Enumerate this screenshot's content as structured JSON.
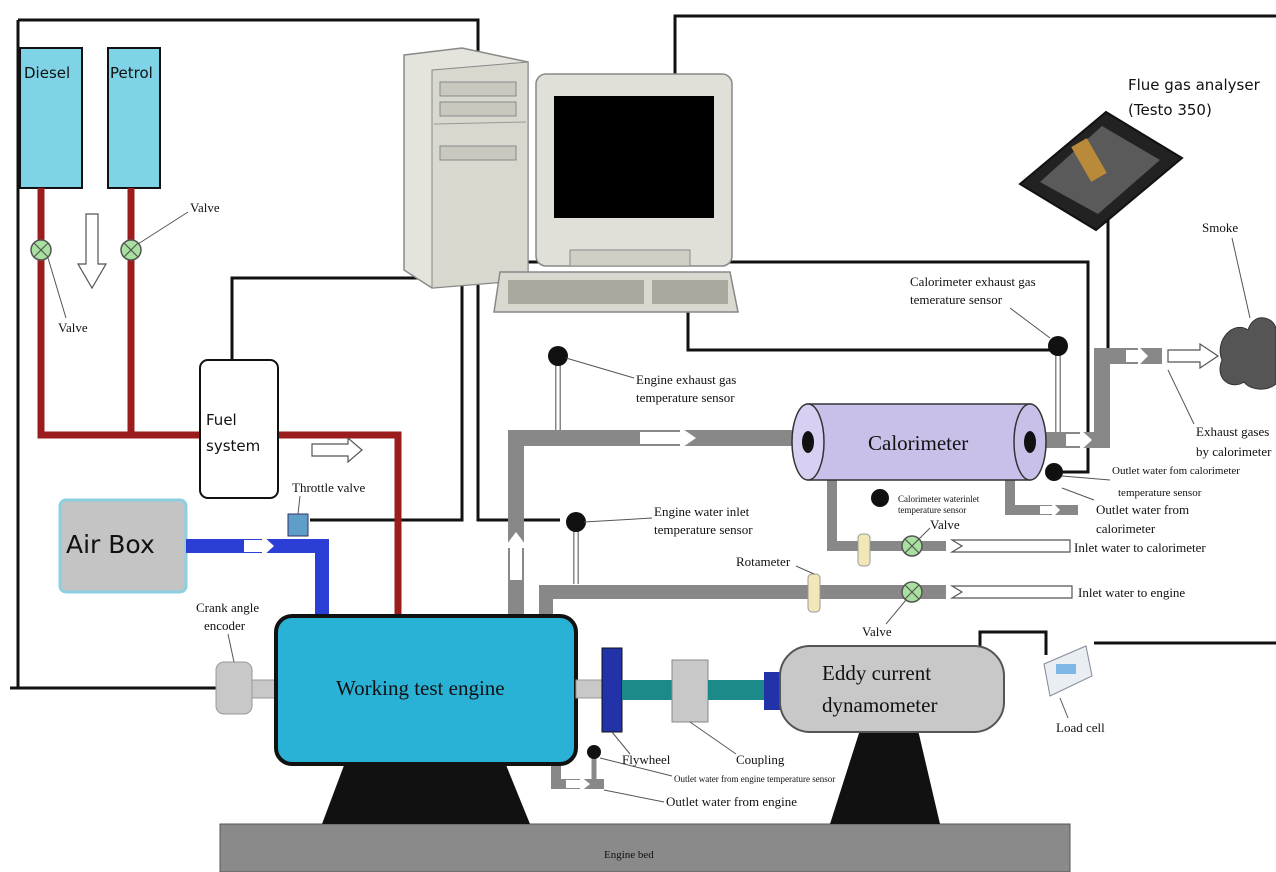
{
  "tanks": {
    "diesel": "Diesel",
    "petrol": "Petrol"
  },
  "fuel_valve_label_top": "Valve",
  "fuel_valve_label_bottom": "Valve",
  "fuel_system": {
    "line1": "Fuel",
    "line2": "system"
  },
  "air_box": "Air Box",
  "throttle_valve": "Throttle valve",
  "crank_encoder": {
    "line1": "Crank angle",
    "line2": "encoder"
  },
  "engine": "Working test engine",
  "flywheel": "Flywheel",
  "coupling": "Coupling",
  "dynamometer": {
    "line1": "Eddy current",
    "line2": "dynamometer"
  },
  "load_cell": "Load cell",
  "engine_bed": "Engine bed",
  "outlet_water_engine_sensor": "Outlet water from engine temperature sensor",
  "outlet_water_engine": "Outlet water from engine",
  "engine_exhaust_sensor": {
    "line1": "Engine exhaust gas",
    "line2": "temperature sensor"
  },
  "engine_water_inlet_sensor": {
    "line1": "Engine water inlet",
    "line2": "temperature sensor"
  },
  "calorimeter": "Calorimeter",
  "calorimeter_exhaust_sensor": {
    "line1": "Calorimeter exhaust gas",
    "line2": "temerature sensor"
  },
  "calorimeter_water_inlet_sensor": {
    "line1": "Calorimeter waterinlet",
    "line2": "temperature sensor"
  },
  "outlet_water_calorimeter_sensor": {
    "line1": "Outlet water fom calorimeter",
    "line2": "temperature sensor"
  },
  "outlet_water_calorimeter": {
    "line1": "Outlet water from",
    "line2": "calorimeter"
  },
  "calorimeter_valve": "Valve",
  "engine_water_valve": "Valve",
  "rotameter": "Rotameter",
  "inlet_water_calorimeter": "Inlet water to calorimeter",
  "inlet_water_engine": "Inlet water to engine",
  "flue_gas_analyser": {
    "line1": "Flue gas analyser",
    "line2": "(Testo 350)"
  },
  "smoke": "Smoke",
  "exhaust_gases": {
    "line1": "Exhaust gases",
    "line2": "by calorimeter"
  },
  "colors": {
    "fuel_line": "#9b1c1c",
    "tank": "#7fd3e6",
    "engine": "#29b1d6",
    "air_line": "#2b3fd6",
    "calorimeter": "#c9c0ea",
    "pipe": "#888888",
    "shaft": "#1d8a8a",
    "flywheel": "#2233aa",
    "bed": "#8a8a8a",
    "valve": "#a8e0a0"
  }
}
